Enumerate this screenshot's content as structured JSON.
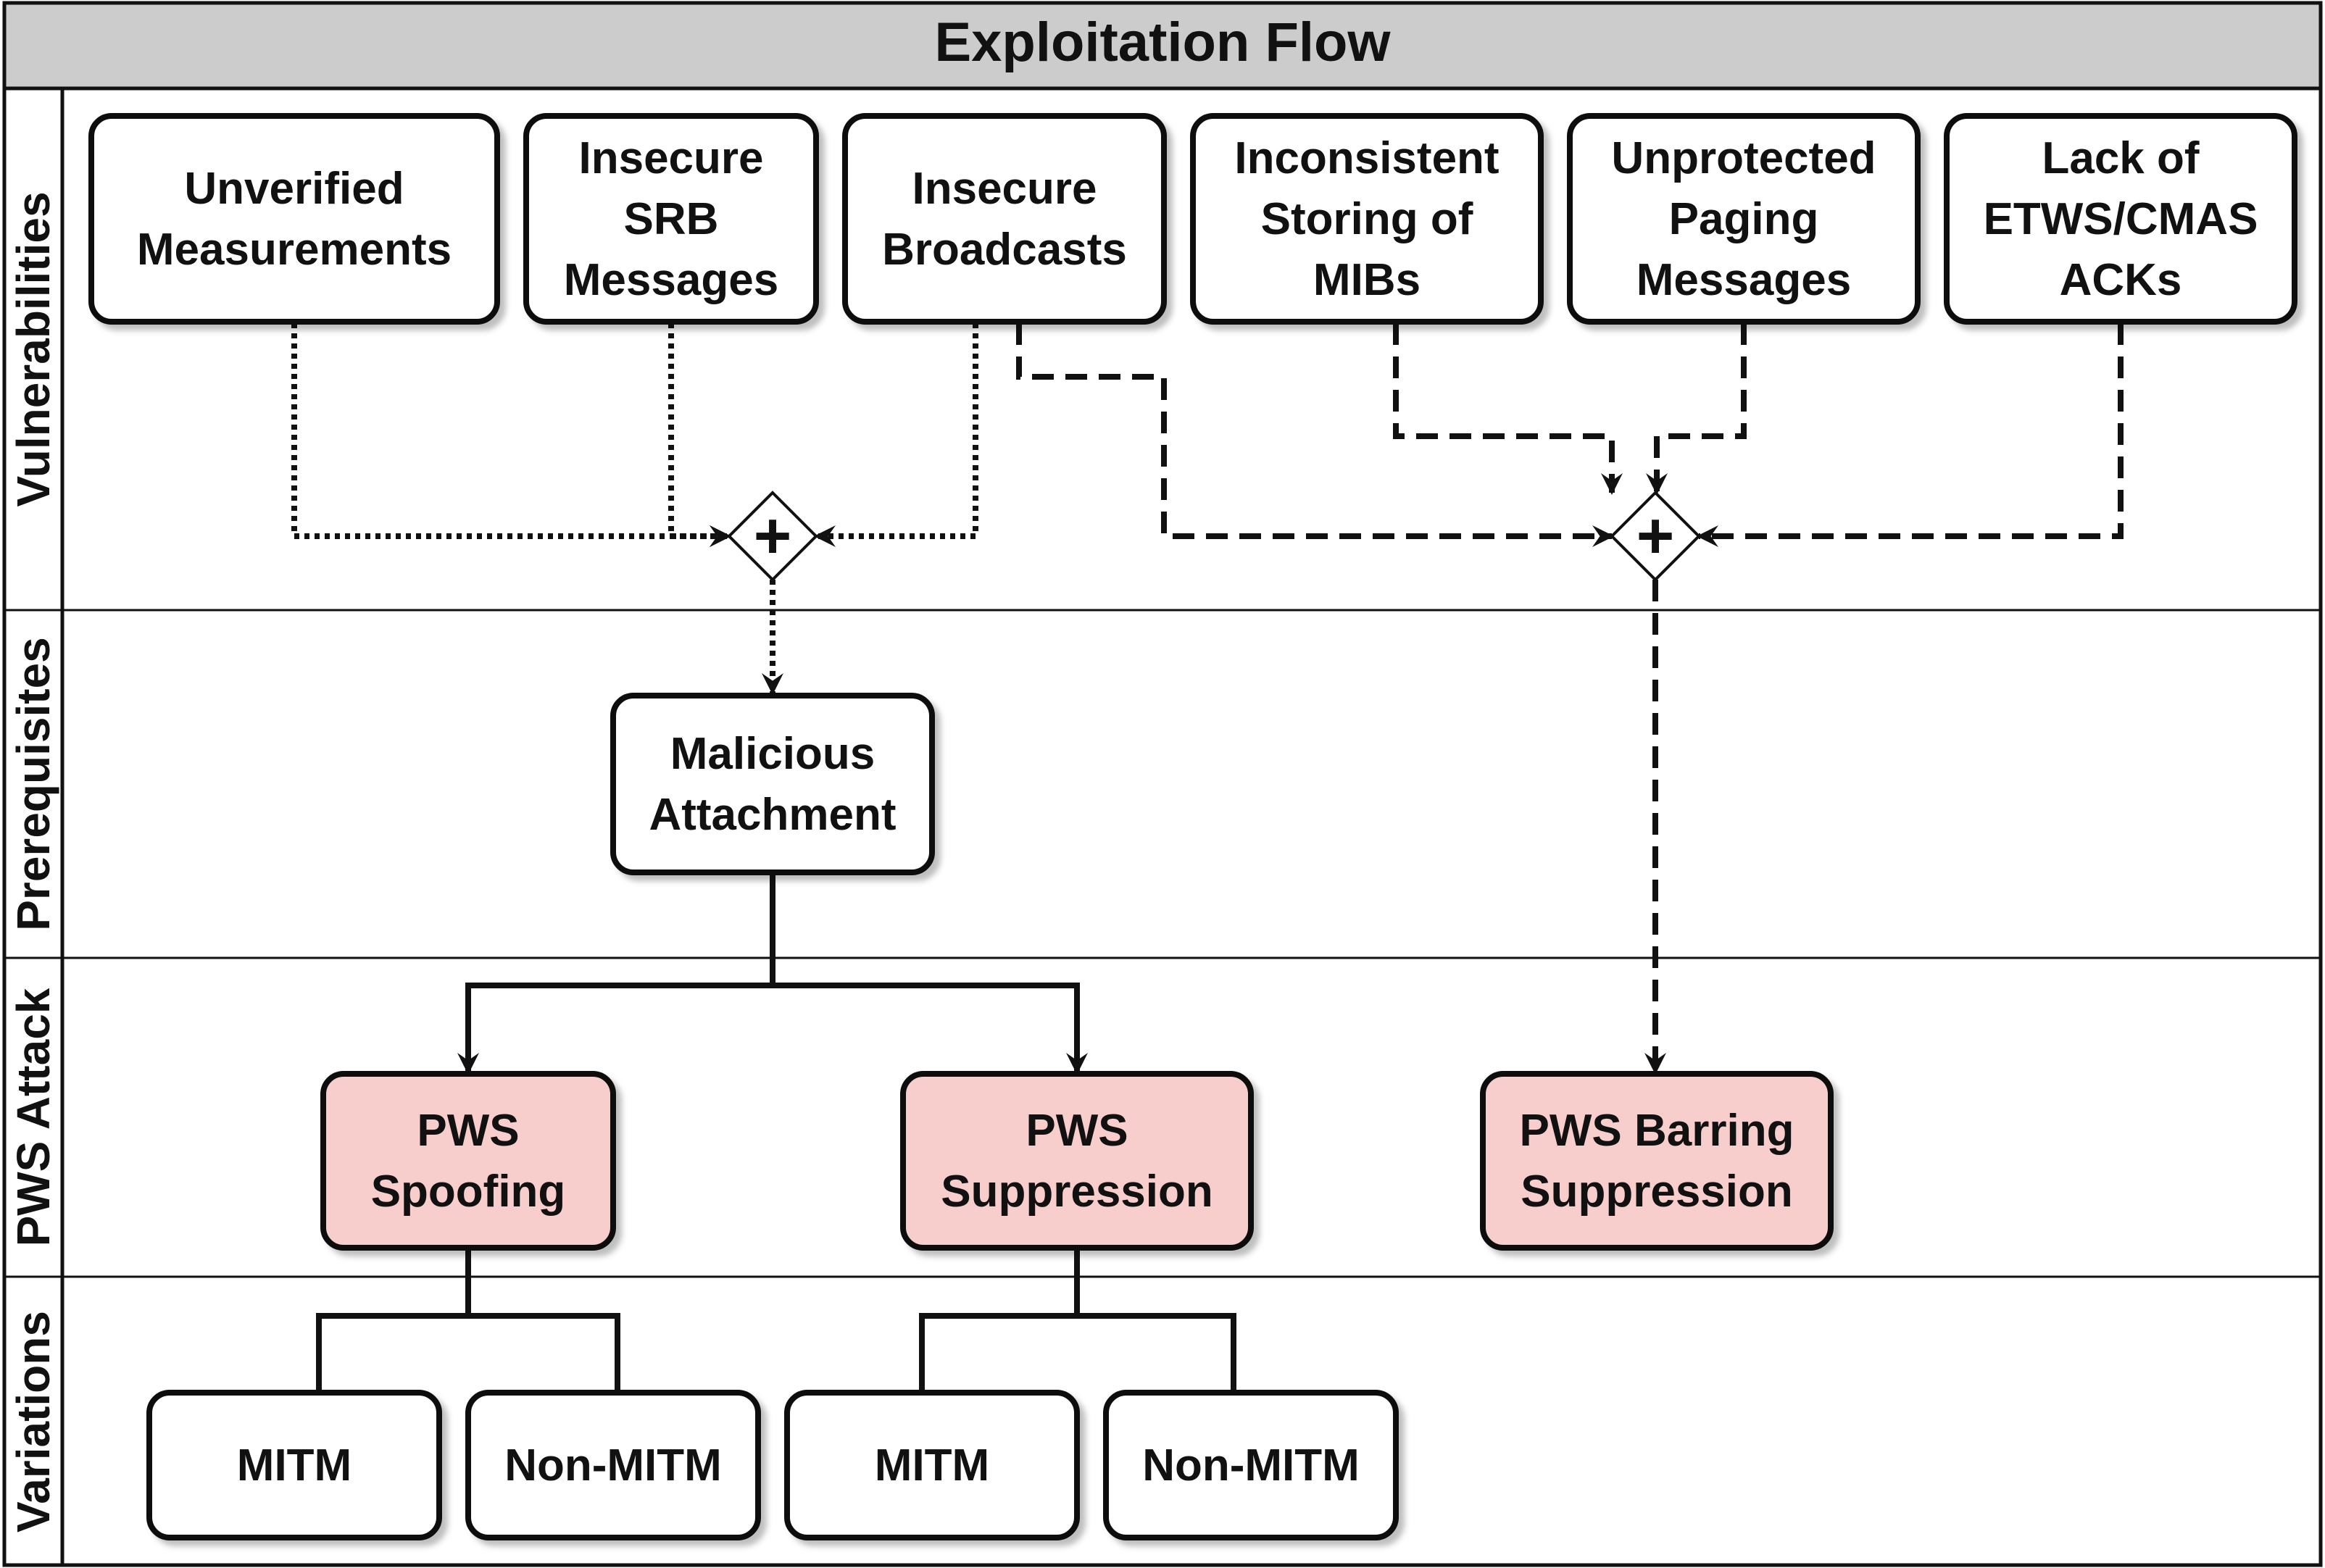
{
  "title": "Exploitation Flow",
  "colors": {
    "header_fill": "#cccccc",
    "box_fill": "#ffffff",
    "attack_fill": "#f8cecc",
    "stroke": "#111111"
  },
  "lanes": [
    "Vulnerabilities",
    "Prerequisites",
    "PWS Attack",
    "Variations"
  ],
  "vulnerabilities": [
    [
      "Unverified",
      "Measurements"
    ],
    [
      "Insecure",
      "SRB",
      "Messages"
    ],
    [
      "Insecure",
      "Broadcasts"
    ],
    [
      "Inconsistent",
      "Storing of",
      "MIBs"
    ],
    [
      "Unprotected",
      "Paging",
      "Messages"
    ],
    [
      "Lack of",
      "ETWS/CMAS",
      "ACKs"
    ]
  ],
  "prerequisite": [
    "Malicious",
    "Attachment"
  ],
  "attacks": [
    [
      "PWS",
      "Spoofing"
    ],
    [
      "PWS",
      "Suppression"
    ],
    [
      "PWS Barring",
      "Suppression"
    ]
  ],
  "variations": [
    "MITM",
    "Non-MITM",
    "MITM",
    "Non-MITM"
  ],
  "gateway_symbol": "+"
}
